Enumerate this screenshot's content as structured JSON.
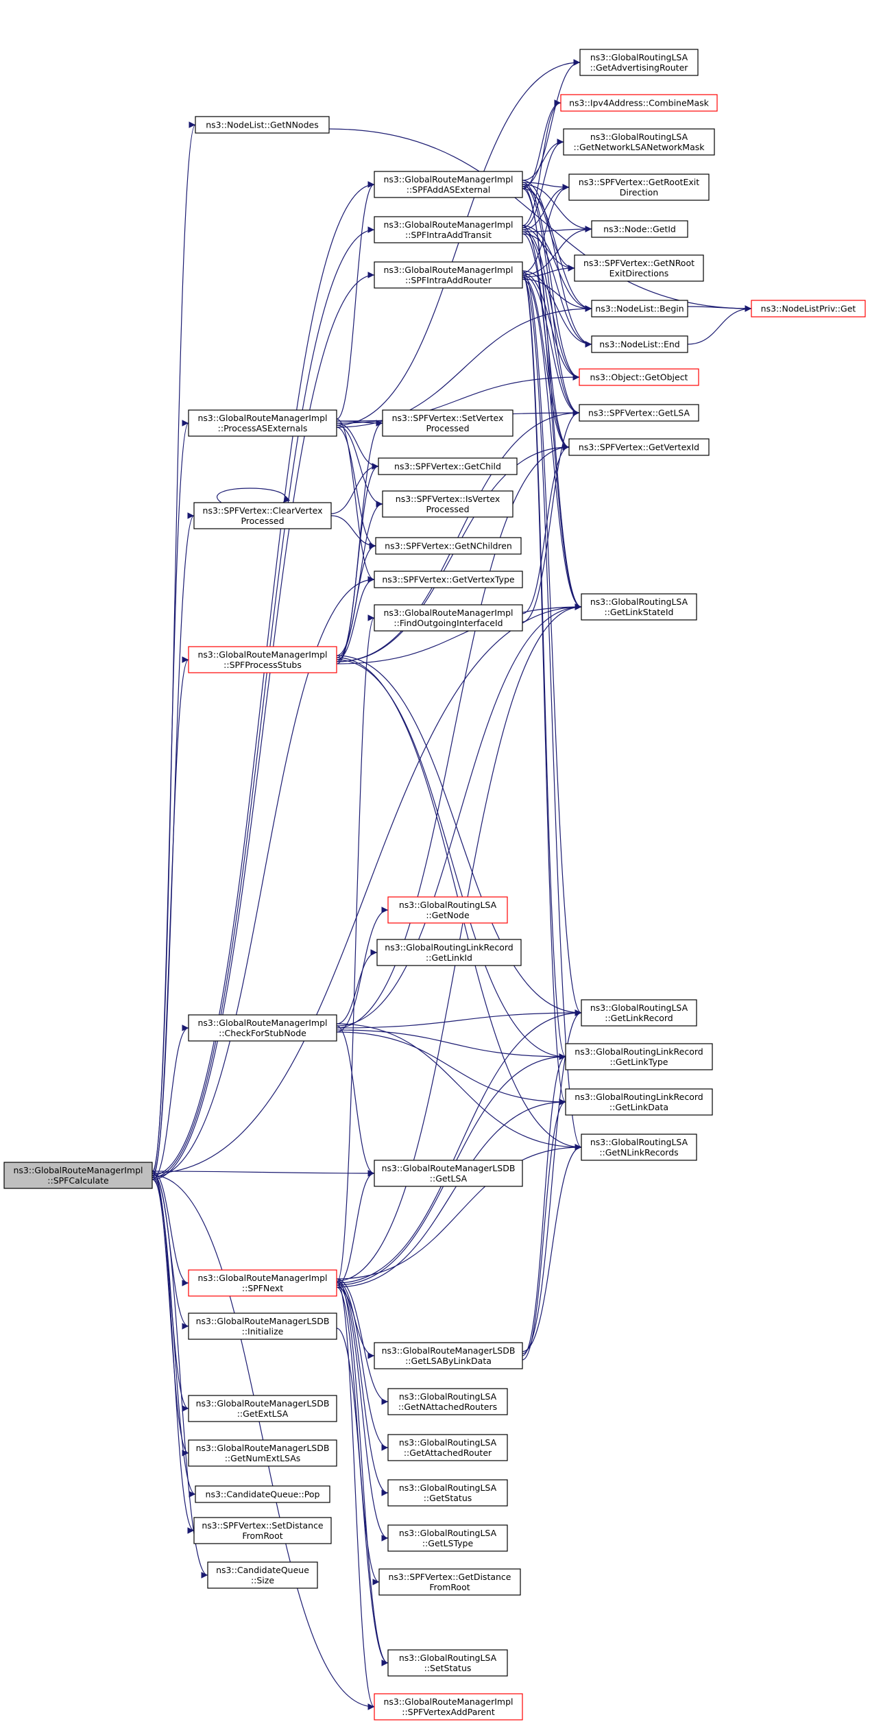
{
  "colors": {
    "edge": "#191970",
    "node_border": "#000000",
    "node_border_undocumented": "#ff0000",
    "node_fill": "#ffffff",
    "root_fill": "#bfbfbf"
  },
  "nodes": [
    {
      "id": "spfcalc",
      "lines": [
        "ns3::GlobalRouteManagerImpl",
        "::SPFCalculate"
      ],
      "style": "root"
    },
    {
      "id": "getnnodes",
      "lines": [
        "ns3::NodeList::GetNNodes"
      ],
      "style": "normal"
    },
    {
      "id": "procasext",
      "lines": [
        "ns3::GlobalRouteManagerImpl",
        "::ProcessASExternals"
      ],
      "style": "normal"
    },
    {
      "id": "clearvtx",
      "lines": [
        "ns3::SPFVertex::ClearVertex",
        "Processed"
      ],
      "style": "normal"
    },
    {
      "id": "spfprocstubs",
      "lines": [
        "ns3::GlobalRouteManagerImpl",
        "::SPFProcessStubs"
      ],
      "style": "red"
    },
    {
      "id": "checkstub",
      "lines": [
        "ns3::GlobalRouteManagerImpl",
        "::CheckForStubNode"
      ],
      "style": "normal"
    },
    {
      "id": "spfnext",
      "lines": [
        "ns3::GlobalRouteManagerImpl",
        "::SPFNext"
      ],
      "style": "red"
    },
    {
      "id": "lsdbinit",
      "lines": [
        "ns3::GlobalRouteManagerLSDB",
        "::Initialize"
      ],
      "style": "normal"
    },
    {
      "id": "getextlsa",
      "lines": [
        "ns3::GlobalRouteManagerLSDB",
        "::GetExtLSA"
      ],
      "style": "normal"
    },
    {
      "id": "getnumext",
      "lines": [
        "ns3::GlobalRouteManagerLSDB",
        "::GetNumExtLSAs"
      ],
      "style": "normal"
    },
    {
      "id": "cqpop",
      "lines": [
        "ns3::CandidateQueue::Pop"
      ],
      "style": "normal"
    },
    {
      "id": "setdist",
      "lines": [
        "ns3::SPFVertex::SetDistance",
        "FromRoot"
      ],
      "style": "normal"
    },
    {
      "id": "cqsize",
      "lines": [
        "ns3::CandidateQueue",
        "::Size"
      ],
      "style": "normal"
    },
    {
      "id": "spfaddasext",
      "lines": [
        "ns3::GlobalRouteManagerImpl",
        "::SPFAddASExternal"
      ],
      "style": "normal"
    },
    {
      "id": "spfintratransit",
      "lines": [
        "ns3::GlobalRouteManagerImpl",
        "::SPFIntraAddTransit"
      ],
      "style": "normal"
    },
    {
      "id": "spfintrarouter",
      "lines": [
        "ns3::GlobalRouteManagerImpl",
        "::SPFIntraAddRouter"
      ],
      "style": "normal"
    },
    {
      "id": "setvtxproc",
      "lines": [
        "ns3::SPFVertex::SetVertex",
        "Processed"
      ],
      "style": "normal"
    },
    {
      "id": "getchild",
      "lines": [
        "ns3::SPFVertex::GetChild"
      ],
      "style": "normal"
    },
    {
      "id": "isvtxproc",
      "lines": [
        "ns3::SPFVertex::IsVertex",
        "Processed"
      ],
      "style": "normal"
    },
    {
      "id": "getnchildren",
      "lines": [
        "ns3::SPFVertex::GetNChildren"
      ],
      "style": "normal"
    },
    {
      "id": "getvtxtype",
      "lines": [
        "ns3::SPFVertex::GetVertexType"
      ],
      "style": "normal"
    },
    {
      "id": "findoutif",
      "lines": [
        "ns3::GlobalRouteManagerImpl",
        "::FindOutgoingInterfaceId"
      ],
      "style": "normal"
    },
    {
      "id": "lsagetnode",
      "lines": [
        "ns3::GlobalRoutingLSA",
        "::GetNode"
      ],
      "style": "red"
    },
    {
      "id": "lrgetlinkid",
      "lines": [
        "ns3::GlobalRoutingLinkRecord",
        "::GetLinkId"
      ],
      "style": "normal"
    },
    {
      "id": "lsdbgetlsa",
      "lines": [
        "ns3::GlobalRouteManagerLSDB",
        "::GetLSA"
      ],
      "style": "normal"
    },
    {
      "id": "getlsabylink",
      "lines": [
        "ns3::GlobalRouteManagerLSDB",
        "::GetLSAByLinkData"
      ],
      "style": "normal"
    },
    {
      "id": "getnattrouters",
      "lines": [
        "ns3::GlobalRoutingLSA",
        "::GetNAttachedRouters"
      ],
      "style": "normal"
    },
    {
      "id": "getattrouter",
      "lines": [
        "ns3::GlobalRoutingLSA",
        "::GetAttachedRouter"
      ],
      "style": "normal"
    },
    {
      "id": "getstatus",
      "lines": [
        "ns3::GlobalRoutingLSA",
        "::GetStatus"
      ],
      "style": "normal"
    },
    {
      "id": "getlstype",
      "lines": [
        "ns3::GlobalRoutingLSA",
        "::GetLSType"
      ],
      "style": "normal"
    },
    {
      "id": "getdistroot",
      "lines": [
        "ns3::SPFVertex::GetDistance",
        "FromRoot"
      ],
      "style": "normal"
    },
    {
      "id": "setstatus",
      "lines": [
        "ns3::GlobalRoutingLSA",
        "::SetStatus"
      ],
      "style": "normal"
    },
    {
      "id": "spfvtxaddparent",
      "lines": [
        "ns3::GlobalRouteManagerImpl",
        "::SPFVertexAddParent"
      ],
      "style": "red"
    },
    {
      "id": "getadvrouter",
      "lines": [
        "ns3::GlobalRoutingLSA",
        "::GetAdvertisingRouter"
      ],
      "style": "normal"
    },
    {
      "id": "combinemask",
      "lines": [
        "ns3::Ipv4Address::CombineMask"
      ],
      "style": "red"
    },
    {
      "id": "getnetmask",
      "lines": [
        "ns3::GlobalRoutingLSA",
        "::GetNetworkLSANetworkMask"
      ],
      "style": "normal"
    },
    {
      "id": "getrootexit",
      "lines": [
        "ns3::SPFVertex::GetRootExit",
        "Direction"
      ],
      "style": "normal"
    },
    {
      "id": "nodegetid",
      "lines": [
        "ns3::Node::GetId"
      ],
      "style": "normal"
    },
    {
      "id": "getnrootexit",
      "lines": [
        "ns3::SPFVertex::GetNRoot",
        "ExitDirections"
      ],
      "style": "normal"
    },
    {
      "id": "nlbegin",
      "lines": [
        "ns3::NodeList::Begin"
      ],
      "style": "normal"
    },
    {
      "id": "nlend",
      "lines": [
        "ns3::NodeList::End"
      ],
      "style": "normal"
    },
    {
      "id": "getobject",
      "lines": [
        "ns3::Object::GetObject"
      ],
      "style": "red"
    },
    {
      "id": "vtxgetlsa",
      "lines": [
        "ns3::SPFVertex::GetLSA"
      ],
      "style": "normal"
    },
    {
      "id": "getvtxid",
      "lines": [
        "ns3::SPFVertex::GetVertexId"
      ],
      "style": "normal"
    },
    {
      "id": "getlinkstateid",
      "lines": [
        "ns3::GlobalRoutingLSA",
        "::GetLinkStateId"
      ],
      "style": "normal"
    },
    {
      "id": "getlinkrecord",
      "lines": [
        "ns3::GlobalRoutingLSA",
        "::GetLinkRecord"
      ],
      "style": "normal"
    },
    {
      "id": "getlinktype",
      "lines": [
        "ns3::GlobalRoutingLinkRecord",
        "::GetLinkType"
      ],
      "style": "normal"
    },
    {
      "id": "getlinkdata",
      "lines": [
        "ns3::GlobalRoutingLinkRecord",
        "::GetLinkData"
      ],
      "style": "normal"
    },
    {
      "id": "getnlinkrec",
      "lines": [
        "ns3::GlobalRoutingLSA",
        "::GetNLinkRecords"
      ],
      "style": "normal"
    },
    {
      "id": "nlprivget",
      "lines": [
        "ns3::NodeListPriv::Get"
      ],
      "style": "red"
    }
  ],
  "edges": [
    [
      "spfcalc",
      "getnnodes"
    ],
    [
      "spfcalc",
      "procasext"
    ],
    [
      "spfcalc",
      "clearvtx"
    ],
    [
      "spfcalc",
      "spfprocstubs"
    ],
    [
      "spfcalc",
      "checkstub"
    ],
    [
      "spfcalc",
      "spfnext"
    ],
    [
      "spfcalc",
      "lsdbinit"
    ],
    [
      "spfcalc",
      "getextlsa"
    ],
    [
      "spfcalc",
      "getnumext"
    ],
    [
      "spfcalc",
      "cqpop"
    ],
    [
      "spfcalc",
      "setdist"
    ],
    [
      "spfcalc",
      "cqsize"
    ],
    [
      "spfcalc",
      "spfaddasext"
    ],
    [
      "spfcalc",
      "spfintratransit"
    ],
    [
      "spfcalc",
      "spfintrarouter"
    ],
    [
      "spfcalc",
      "lsdbgetlsa"
    ],
    [
      "spfcalc",
      "getlinkstateid"
    ],
    [
      "spfcalc",
      "spfvtxaddparent"
    ],
    [
      "spfcalc",
      "getvtxtype"
    ],
    [
      "getnnodes",
      "nlprivget"
    ],
    [
      "procasext",
      "spfaddasext"
    ],
    [
      "procasext",
      "setvtxproc"
    ],
    [
      "procasext",
      "getchild"
    ],
    [
      "procasext",
      "isvtxproc"
    ],
    [
      "procasext",
      "getnchildren"
    ],
    [
      "procasext",
      "getvtxtype"
    ],
    [
      "procasext",
      "vtxgetlsa"
    ],
    [
      "procasext",
      "getobject"
    ],
    [
      "procasext",
      "getadvrouter"
    ],
    [
      "procasext",
      "nlbegin"
    ],
    [
      "clearvtx",
      "clearvtx"
    ],
    [
      "clearvtx",
      "getchild"
    ],
    [
      "clearvtx",
      "getnchildren"
    ],
    [
      "spfprocstubs",
      "setvtxproc"
    ],
    [
      "spfprocstubs",
      "getchild"
    ],
    [
      "spfprocstubs",
      "isvtxproc"
    ],
    [
      "spfprocstubs",
      "getnchildren"
    ],
    [
      "spfprocstubs",
      "getvtxtype"
    ],
    [
      "spfprocstubs",
      "vtxgetlsa"
    ],
    [
      "spfprocstubs",
      "getlinkstateid"
    ],
    [
      "spfprocstubs",
      "getlinkrecord"
    ],
    [
      "spfprocstubs",
      "getnlinkrec"
    ],
    [
      "spfprocstubs",
      "getlinktype"
    ],
    [
      "spfprocstubs",
      "getvtxid"
    ],
    [
      "checkstub",
      "lsagetnode"
    ],
    [
      "checkstub",
      "lrgetlinkid"
    ],
    [
      "checkstub",
      "lsdbgetlsa"
    ],
    [
      "checkstub",
      "getlinkrecord"
    ],
    [
      "checkstub",
      "getlinktype"
    ],
    [
      "checkstub",
      "getlinkdata"
    ],
    [
      "checkstub",
      "getnlinkrec"
    ],
    [
      "checkstub",
      "getlinkstateid"
    ],
    [
      "checkstub",
      "getvtxid"
    ],
    [
      "spfnext",
      "lsdbgetlsa"
    ],
    [
      "spfnext",
      "getlsabylink"
    ],
    [
      "spfnext",
      "getnattrouters"
    ],
    [
      "spfnext",
      "getattrouter"
    ],
    [
      "spfnext",
      "getstatus"
    ],
    [
      "spfnext",
      "getlstype"
    ],
    [
      "spfnext",
      "getdistroot"
    ],
    [
      "spfnext",
      "setstatus"
    ],
    [
      "spfnext",
      "spfvtxaddparent"
    ],
    [
      "spfnext",
      "getlinkrecord"
    ],
    [
      "spfnext",
      "getlinktype"
    ],
    [
      "spfnext",
      "getlinkdata"
    ],
    [
      "spfnext",
      "getnlinkrec"
    ],
    [
      "spfnext",
      "getlinkstateid"
    ],
    [
      "spfnext",
      "findoutif"
    ],
    [
      "lsdbinit",
      "setstatus"
    ],
    [
      "getlsabylink",
      "getlinkdata"
    ],
    [
      "getlsabylink",
      "getnlinkrec"
    ],
    [
      "getlsabylink",
      "getlinkrecord"
    ],
    [
      "getlsabylink",
      "getlinktype"
    ],
    [
      "spfaddasext",
      "getadvrouter"
    ],
    [
      "spfaddasext",
      "combinemask"
    ],
    [
      "spfaddasext",
      "getnetmask"
    ],
    [
      "spfaddasext",
      "getrootexit"
    ],
    [
      "spfaddasext",
      "nodegetid"
    ],
    [
      "spfaddasext",
      "getnrootexit"
    ],
    [
      "spfaddasext",
      "nlbegin"
    ],
    [
      "spfaddasext",
      "nlend"
    ],
    [
      "spfaddasext",
      "getobject"
    ],
    [
      "spfaddasext",
      "vtxgetlsa"
    ],
    [
      "spfaddasext",
      "getvtxid"
    ],
    [
      "spfaddasext",
      "getlinkstateid"
    ],
    [
      "spfintratransit",
      "combinemask"
    ],
    [
      "spfintratransit",
      "getnetmask"
    ],
    [
      "spfintratransit",
      "getrootexit"
    ],
    [
      "spfintratransit",
      "nodegetid"
    ],
    [
      "spfintratransit",
      "getnrootexit"
    ],
    [
      "spfintratransit",
      "nlbegin"
    ],
    [
      "spfintratransit",
      "nlend"
    ],
    [
      "spfintratransit",
      "getobject"
    ],
    [
      "spfintratransit",
      "vtxgetlsa"
    ],
    [
      "spfintratransit",
      "getvtxid"
    ],
    [
      "spfintratransit",
      "getlinkstateid"
    ],
    [
      "spfintrarouter",
      "getrootexit"
    ],
    [
      "spfintrarouter",
      "nodegetid"
    ],
    [
      "spfintrarouter",
      "getnrootexit"
    ],
    [
      "spfintrarouter",
      "nlbegin"
    ],
    [
      "spfintrarouter",
      "nlend"
    ],
    [
      "spfintrarouter",
      "getobject"
    ],
    [
      "spfintrarouter",
      "vtxgetlsa"
    ],
    [
      "spfintrarouter",
      "getvtxid"
    ],
    [
      "spfintrarouter",
      "getlinkstateid"
    ],
    [
      "spfintrarouter",
      "getlinkrecord"
    ],
    [
      "spfintrarouter",
      "getlinktype"
    ],
    [
      "spfintrarouter",
      "getlinkdata"
    ],
    [
      "spfintrarouter",
      "getnlinkrec"
    ],
    [
      "findoutif",
      "vtxgetlsa"
    ],
    [
      "findoutif",
      "getvtxid"
    ],
    [
      "nlbegin",
      "nlprivget"
    ],
    [
      "nlend",
      "nlprivget"
    ]
  ]
}
